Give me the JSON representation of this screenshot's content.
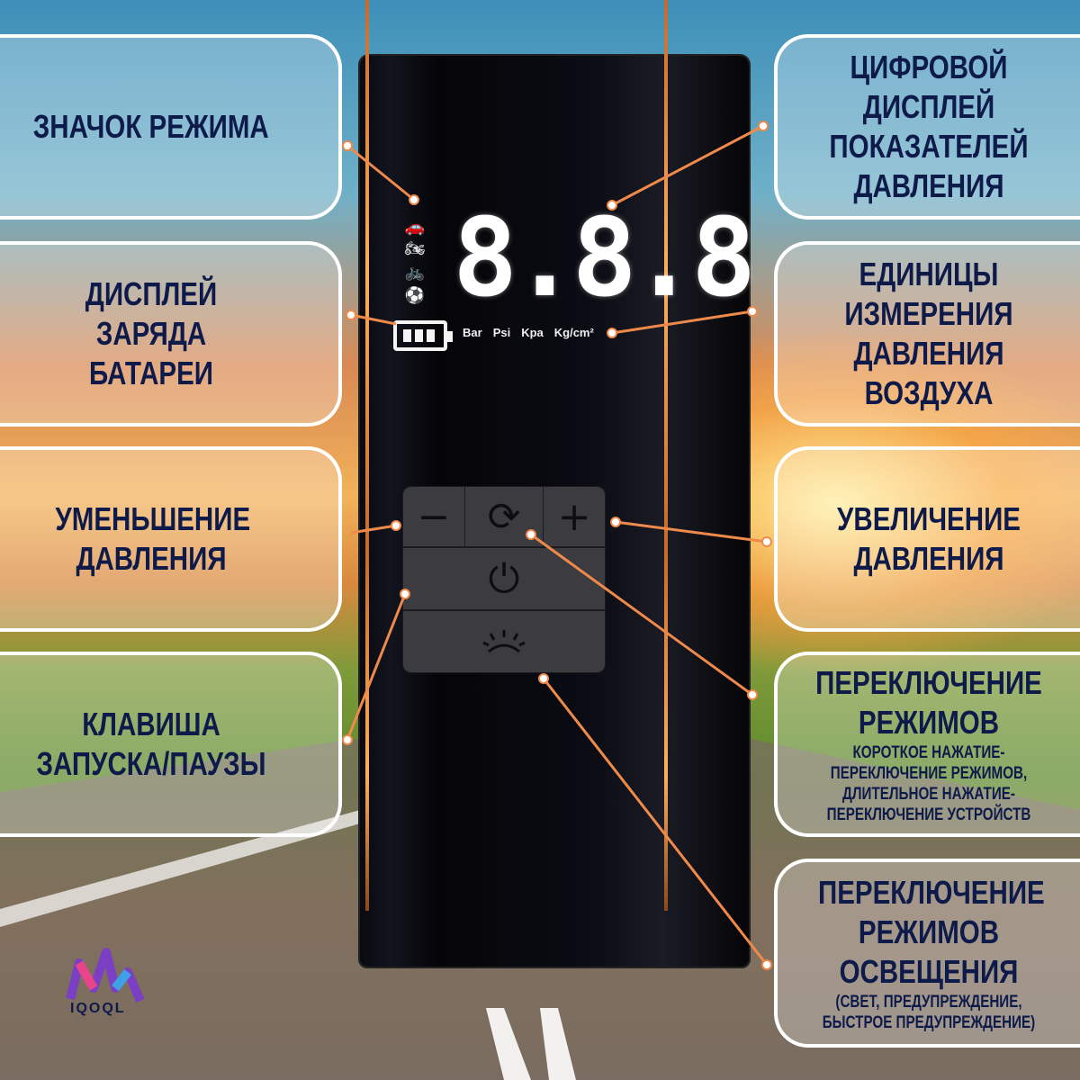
{
  "callouts": {
    "mode_icon": "ЗНАЧОК РЕЖИМА",
    "battery_display": "ДИСПЛЕЙ ЗАРЯДА БАТАРЕИ",
    "decrease": "УМЕНЬШЕНИЕ ДАВЛЕНИЯ",
    "start_pause": "КЛАВИША ЗАПУСКА/ПАУЗЫ",
    "digital_display": "ЦИФРОВОЙ ДИСПЛЕЙ ПОКАЗАТЕЛЕЙ ДАВЛЕНИЯ",
    "units": "ЕДИНИЦЫ ИЗМЕРЕНИЯ ДАВЛЕНИЯ ВОЗДУХА",
    "increase": "УВЕЛИЧЕНИЕ ДАВЛЕНИЯ",
    "mode_switch": "ПЕРЕКЛЮЧЕНИЕ РЕЖИМОВ",
    "mode_switch_note": "КОРОТКОЕ НАЖАТИЕ- ПЕРЕКЛЮЧЕНИЕ РЕЖИМОВ, ДЛИТЕЛЬНОЕ НАЖАТИЕ- ПЕРЕКЛЮЧЕНИЕ УСТРОЙСТВ",
    "light_switch": "ПЕРЕКЛЮЧЕНИЕ РЕЖИМОВ ОСВЕЩЕНИЯ",
    "light_switch_note": "(СВЕТ, ПРЕДУПРЕЖДЕНИЕ, БЫСТРОЕ ПРЕДУПРЕЖДЕНИЕ)"
  },
  "device": {
    "display_digits": "8.8.8",
    "units": [
      "Bar",
      "Psi",
      "Kpa",
      "Kg/cm²"
    ],
    "mode_icons": [
      "car-icon",
      "motorcycle-icon",
      "bicycle-icon",
      "ball-icon"
    ],
    "battery_bars": 3,
    "buttons": {
      "minus": "−",
      "mode": "⟳",
      "plus": "+",
      "power": "⏻",
      "light": "light-icon"
    }
  },
  "logo": {
    "text": "IQOQL"
  },
  "colors": {
    "accent": "#f08a4b",
    "text": "#0e1a4a",
    "panel": "#3b3b40"
  }
}
